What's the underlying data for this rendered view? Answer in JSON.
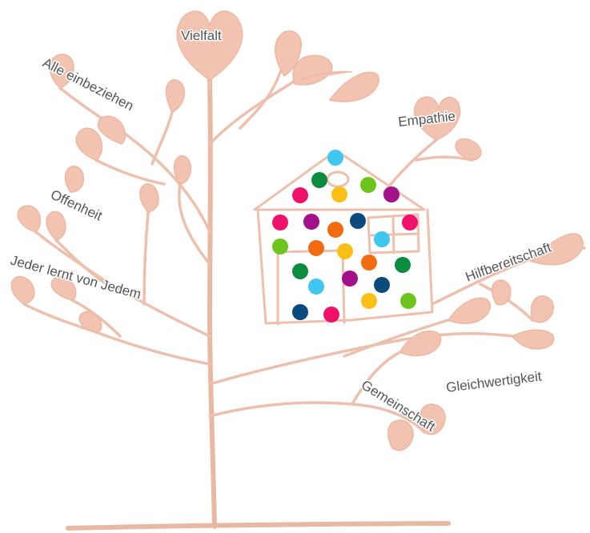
{
  "colors": {
    "branch": "#ecc0ad",
    "leaf": "#f2c3b1",
    "label": "#555555"
  },
  "labels": {
    "vielfalt": "Vielfalt",
    "alle_einbeziehen": "Alle einbeziehen",
    "empathie": "Empathie",
    "offenheit": "Offenheit",
    "jeder_lernt": "Jeder lernt von Jedem",
    "hilfbereitschaft": "Hilfbereitschaft",
    "gleichwertigkeit": "Gleichwertigkeit",
    "gemeinschaft": "Gemeinschaft"
  },
  "dot_palette": {
    "cyan": "#3ec8f0",
    "green": "#0c8c3e",
    "lime": "#6dc41c",
    "pink": "#f0126a",
    "purple": "#a2108a",
    "yellow": "#fbbe14",
    "orange": "#f36b10",
    "navy": "#0a4a7d"
  }
}
